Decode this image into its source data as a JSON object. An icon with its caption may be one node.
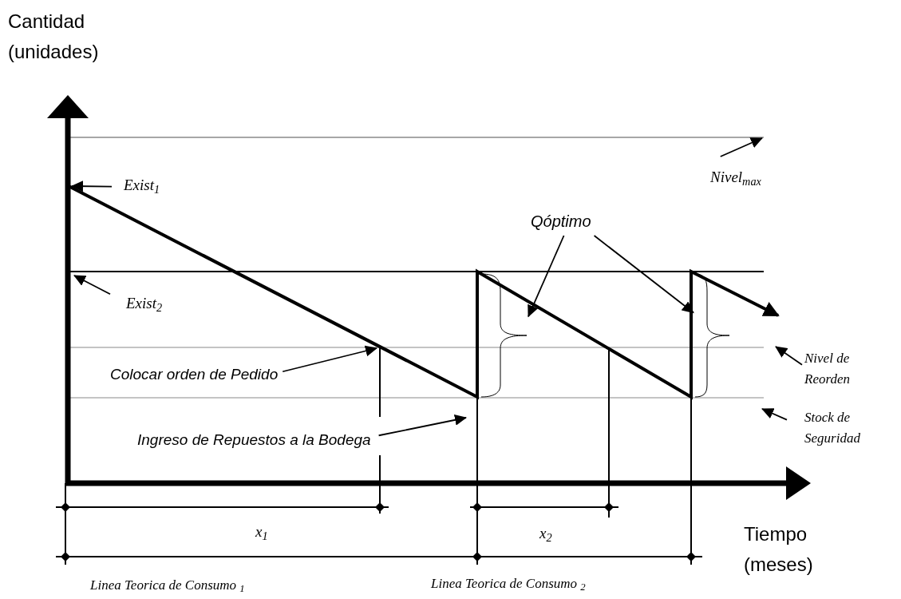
{
  "diagram": {
    "nodes": [
      {
        "text": [
          "Exist$_{1}$"
        ]
      },
      {
        "text": [
          "Exist$_{2}$"
        ]
      },
      {
        "text": [
          "Nivel$_{max}$"
        ]
      },
      {
        "text": [
          "Qóptimo"
        ]
      },
      {
        "text": [
          "Colocar orden de Pedido"
        ]
      },
      {
        "text": [
          "Ingreso de Repuestos a la Bodega"
        ]
      },
      {
        "text": [
          "Nivel de Reorden"
        ]
      },
      {
        "text": [
          "Stock de Seguridad"
        ]
      },
      {
        "text": [],
        "shape": "brace"
      },
      {
        "text": [],
        "shape": "brace"
      }
    ],
    "edges": [
      {
        "from": 0,
        "to": null,
        "arrow": "to"
      },
      {
        "from": 1,
        "to": null,
        "arrow": "to"
      },
      {
        "from": 2,
        "to": null,
        "arrow": "to"
      },
      {
        "from": 3,
        "to": 8,
        "arrow": "to"
      },
      {
        "from": 3,
        "to": 9,
        "arrow": "to"
      },
      {
        "from": 4,
        "to": null,
        "arrow": "to"
      },
      {
        "from": 5,
        "to": null,
        "arrow": "to"
      },
      {
        "from": 6,
        "to": null,
        "arrow": "to"
      },
      {
        "from": 7,
        "to": null,
        "arrow": "to"
      }
    ],
    "labels": [
      "Cantidad (unidades)",
      "Tiempo (meses)",
      "x$_{1}$",
      "x$_{2}$",
      "Linea Teorica de Consumo $_{1}$",
      "Linea Teorica de Consumo $_{2}$"
    ]
  }
}
